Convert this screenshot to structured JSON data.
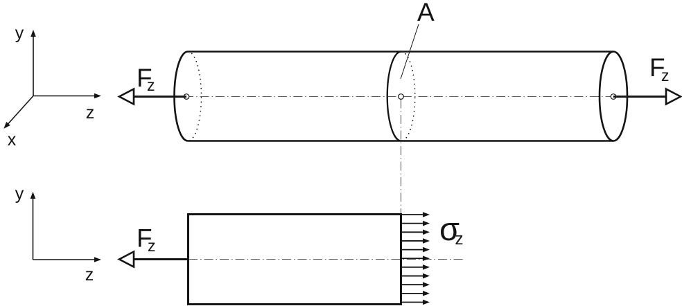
{
  "colors": {
    "ink": "#141414",
    "centerline": "#5a5a5a",
    "background": "#ffffff"
  },
  "axes_3d": {
    "y_label": "y",
    "z_label": "z",
    "x_label": "x"
  },
  "axes_2d": {
    "y_label": "y",
    "z_label": "z"
  },
  "bar_view": {
    "section_label": "A",
    "force_left": {
      "symbol": "F",
      "subscript": "z"
    },
    "force_right": {
      "symbol": "F",
      "subscript": "z"
    }
  },
  "section_view": {
    "force_left": {
      "symbol": "F",
      "subscript": "z"
    },
    "stress": {
      "symbol": "σ",
      "subscript": "z"
    },
    "stress_arrows": {
      "count": 11
    }
  }
}
